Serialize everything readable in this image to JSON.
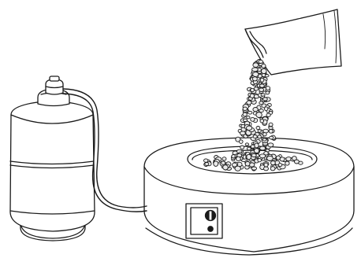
{
  "figure": {
    "parts": [
      "propane-tank",
      "gas-hose",
      "fire-pit-table",
      "control-panel",
      "lava-rock-bag",
      "falling-lava-rocks",
      "lava-rock-bed"
    ],
    "colors": {
      "stroke": "#1a1a1a",
      "fill": "#ffffff",
      "rock": "#e9e9e9"
    },
    "rocks_in_stream": 230,
    "rocks_in_bed": 95
  }
}
